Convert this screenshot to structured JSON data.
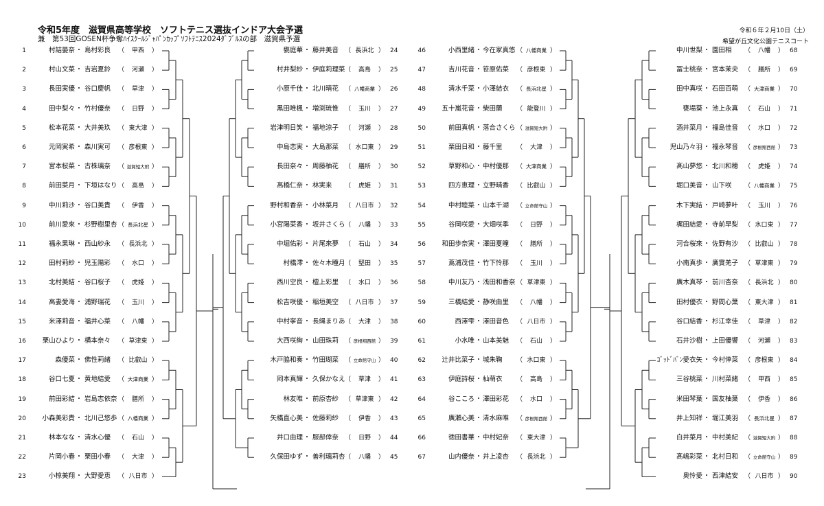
{
  "header": {
    "title": "令和5年度　滋賀県高等学校　ソフトテニス選抜インドア大会予選",
    "subtitle": "兼　第53回GOSEN杯争奪ﾊｲｽｸｰﾙｼﾞｬﾊﾟﾝｶｯﾌﾟｿﾌﾄﾃﾆｽ2024ﾀﾞﾌﾞﾙｽの部　滋賀県予選",
    "date": "令和６年２月10日（土）",
    "venue": "希望が丘文化公園テニスコート"
  },
  "separator": "・",
  "teams": [
    {
      "no": "1",
      "p1": "村詰晏奈",
      "p2": "島村彩良",
      "school": "甲西"
    },
    {
      "no": "2",
      "p1": "村山文菜",
      "p2": "吉岩夏鈴",
      "school": "河瀬"
    },
    {
      "no": "3",
      "p1": "長田実優",
      "p2": "谷口慶帆",
      "school": "草津"
    },
    {
      "no": "4",
      "p1": "田中梨々",
      "p2": "竹村優奈",
      "school": "日野"
    },
    {
      "no": "5",
      "p1": "松本花菜",
      "p2": "大井美玖",
      "school": "東大津"
    },
    {
      "no": "6",
      "p1": "元岡実希",
      "p2": "森川実可",
      "school": "彦根東"
    },
    {
      "no": "7",
      "p1": "宮本桜菜",
      "p2": "古株璃奈",
      "school": "滋賀短大附"
    },
    {
      "no": "8",
      "p1": "前田菜月",
      "p2": "下垣はなり",
      "school": "高島"
    },
    {
      "no": "9",
      "p1": "中川莉沙",
      "p2": "谷口美貴",
      "school": "伊香"
    },
    {
      "no": "10",
      "p1": "前川愛來",
      "p2": "杉野樹里杏",
      "school": "長浜北星"
    },
    {
      "no": "11",
      "p1": "福永果琳",
      "p2": "西山紗永",
      "school": "長浜北"
    },
    {
      "no": "12",
      "p1": "田村莉紗",
      "p2": "児玉陽彩",
      "school": "水口"
    },
    {
      "no": "13",
      "p1": "北村美結",
      "p2": "谷口桜子",
      "school": "虎姫"
    },
    {
      "no": "14",
      "p1": "高妻愛海",
      "p2": "浦野瑞花",
      "school": "玉川"
    },
    {
      "no": "15",
      "p1": "米澤莉音",
      "p2": "福井心菜",
      "school": "八幡"
    },
    {
      "no": "16",
      "p1": "栗山ひより",
      "p2": "横本奈々",
      "school": "草津東"
    },
    {
      "no": "17",
      "p1": "森優菜",
      "p2": "佛性莉緒",
      "school": "比叡山"
    },
    {
      "no": "18",
      "p1": "谷口七夏",
      "p2": "黄地結愛",
      "school": "大津商業"
    },
    {
      "no": "19",
      "p1": "前田彩結",
      "p2": "岩島志依奈",
      "school": "膳所"
    },
    {
      "no": "20",
      "p1": "小森美彩貴",
      "p2": "北川己悠歩",
      "school": "八幡商業"
    },
    {
      "no": "21",
      "p1": "林本なな",
      "p2": "清水心優",
      "school": "石山"
    },
    {
      "no": "22",
      "p1": "片岡小春",
      "p2": "栗田小春",
      "school": "大津"
    },
    {
      "no": "23",
      "p1": "小椋美翔",
      "p2": "大野愛恵",
      "school": "八日市"
    },
    {
      "no": "24",
      "p1": "甕庭華",
      "p2": "藤井美音",
      "school": "長浜北"
    },
    {
      "no": "25",
      "p1": "村井梨紗",
      "p2": "伊庭莉理菜",
      "school": "高島"
    },
    {
      "no": "26",
      "p1": "小原千佳",
      "p2": "北川晴花",
      "school": "八幡商業"
    },
    {
      "no": "27",
      "p1": "黒田唯楓",
      "p2": "増渕琉惟",
      "school": "玉川"
    },
    {
      "no": "28",
      "p1": "岩津明日笑",
      "p2": "福地涼子",
      "school": "河瀬"
    },
    {
      "no": "29",
      "p1": "中島恋実",
      "p2": "大島那菜",
      "school": "水口東"
    },
    {
      "no": "30",
      "p1": "長田奈々",
      "p2": "周藤柚花",
      "school": "膳所"
    },
    {
      "no": "31",
      "p1": "髙橋仁奈",
      "p2": "林実来",
      "school": "虎姫"
    },
    {
      "no": "32",
      "p1": "野村和香奈",
      "p2": "小林菜月",
      "school": "八日市"
    },
    {
      "no": "33",
      "p1": "小宮陽菜香",
      "p2": "坂井さくら",
      "school": "八幡"
    },
    {
      "no": "34",
      "p1": "中堀佑彩",
      "p2": "片尾來夢",
      "school": "石山"
    },
    {
      "no": "35",
      "p1": "村橋澪",
      "p2": "佐々木瞳月",
      "school": "堅田"
    },
    {
      "no": "36",
      "p1": "西川空良",
      "p2": "檀上彩里",
      "school": "水口"
    },
    {
      "no": "37",
      "p1": "松吉咲優",
      "p2": "稲垣美空",
      "school": "八日市"
    },
    {
      "no": "38",
      "p1": "中村寧音",
      "p2": "長縄まりあ",
      "school": "大津"
    },
    {
      "no": "39",
      "p1": "大西咲絢",
      "p2": "山田珠莉",
      "school": "彦根翔西館"
    },
    {
      "no": "40",
      "p1": "木戸脇和奏",
      "p2": "竹田瑚菜",
      "school": "立命館守山"
    },
    {
      "no": "41",
      "p1": "岡本真輝",
      "p2": "久保かなえ",
      "school": "草津"
    },
    {
      "no": "42",
      "p1": "林友唯",
      "p2": "前原杏紗",
      "school": "草津東"
    },
    {
      "no": "43",
      "p1": "矢橋直心美",
      "p2": "佐藤莉紗",
      "school": "伊香"
    },
    {
      "no": "44",
      "p1": "井口由理",
      "p2": "服部倖奈",
      "school": "日野"
    },
    {
      "no": "45",
      "p1": "久保田ゆず",
      "p2": "善利璃莉杏",
      "school": "八幡"
    },
    {
      "no": "46",
      "p1": "小西里緒",
      "p2": "今在家真悠",
      "school": "八幡商業"
    },
    {
      "no": "47",
      "p1": "吉川花音",
      "p2": "笹原佑菜",
      "school": "彦根東"
    },
    {
      "no": "48",
      "p1": "清水千菜",
      "p2": "小澤結衣",
      "school": "長浜北星"
    },
    {
      "no": "49",
      "p1": "五十嵐花音",
      "p2": "柴田蘭",
      "school": "能登川"
    },
    {
      "no": "50",
      "p1": "前田真帆",
      "p2": "落合さくら",
      "school": "滋賀短大附"
    },
    {
      "no": "51",
      "p1": "栗田日和",
      "p2": "藤千里",
      "school": "大津"
    },
    {
      "no": "52",
      "p1": "草野和心",
      "p2": "中村優那",
      "school": "大津商業"
    },
    {
      "no": "53",
      "p1": "四方恵理",
      "p2": "立野晴香",
      "school": "比叡山"
    },
    {
      "no": "54",
      "p1": "中村睦菜",
      "p2": "山本千湖",
      "school": "立命館守山"
    },
    {
      "no": "55",
      "p1": "谷岡咲愛",
      "p2": "大畑咲季",
      "school": "日野"
    },
    {
      "no": "56",
      "p1": "和田歩奈実",
      "p2": "澤田夏瞳",
      "school": "膳所"
    },
    {
      "no": "57",
      "p1": "蔦浦茂佳",
      "p2": "竹下怜那",
      "school": "玉川"
    },
    {
      "no": "58",
      "p1": "中川友乃",
      "p2": "浅田和香奈",
      "school": "草津東"
    },
    {
      "no": "59",
      "p1": "三橋結愛",
      "p2": "静咲由里",
      "school": "八幡"
    },
    {
      "no": "60",
      "p1": "西澤雫",
      "p2": "澤田音色",
      "school": "八日市"
    },
    {
      "no": "61",
      "p1": "小水唯",
      "p2": "山本美魅",
      "school": "石山"
    },
    {
      "no": "62",
      "p1": "辻井比菜子",
      "p2": "城朱鞠",
      "school": "水口東"
    },
    {
      "no": "63",
      "p1": "伊庭詩桜",
      "p2": "杣萌衣",
      "school": "高島"
    },
    {
      "no": "64",
      "p1": "谷こころ",
      "p2": "澤田彩花",
      "school": "水口"
    },
    {
      "no": "65",
      "p1": "廣瀬心美",
      "p2": "清水麻唯",
      "school": "彦根翔西館"
    },
    {
      "no": "66",
      "p1": "徳田書華",
      "p2": "中村妃奈",
      "school": "東大津"
    },
    {
      "no": "67",
      "p1": "山内優奈",
      "p2": "井上凌杏",
      "school": "長浜北"
    },
    {
      "no": "68",
      "p1": "中川世梨",
      "p2": "園田相",
      "school": "八幡"
    },
    {
      "no": "69",
      "p1": "冨士桃奈",
      "p2": "宮本茉央",
      "school": "膳所"
    },
    {
      "no": "70",
      "p1": "田中真咲",
      "p2": "石田百萌",
      "school": "大津商業"
    },
    {
      "no": "71",
      "p1": "甕場葵",
      "p2": "池上永真",
      "school": "石山"
    },
    {
      "no": "72",
      "p1": "酒井菜月",
      "p2": "福島佳音",
      "school": "水口"
    },
    {
      "no": "73",
      "p1": "児山乃々羽",
      "p2": "福永琴音",
      "school": "彦根翔西館"
    },
    {
      "no": "74",
      "p1": "髙山夢悠",
      "p2": "北川和穂",
      "school": "虎姫"
    },
    {
      "no": "75",
      "p1": "堀口美音",
      "p2": "山下咲",
      "school": "八幡商業"
    },
    {
      "no": "76",
      "p1": "木下実結",
      "p2": "戸崎夢叶",
      "school": "玉川"
    },
    {
      "no": "77",
      "p1": "梶田結愛",
      "p2": "寺前早梨",
      "school": "水口東"
    },
    {
      "no": "78",
      "p1": "河合桜來",
      "p2": "佐野有沙",
      "school": "比叡山"
    },
    {
      "no": "79",
      "p1": "小南真歩",
      "p2": "廣實羌子",
      "school": "草津東"
    },
    {
      "no": "80",
      "p1": "廣木真琴",
      "p2": "前川杏奈",
      "school": "長浜北"
    },
    {
      "no": "81",
      "p1": "田村優衣",
      "p2": "野間心葉",
      "school": "東大津"
    },
    {
      "no": "82",
      "p1": "谷口結香",
      "p2": "杉江幸佳",
      "school": "草津"
    },
    {
      "no": "83",
      "p1": "石井沙樹",
      "p2": "上田優響",
      "school": "河瀬"
    },
    {
      "no": "84",
      "p1": "ｺﾞｯﾄﾞﾊﾞﾝ愛衣矢",
      "p2": "今村倖菜",
      "school": "彦根東"
    },
    {
      "no": "85",
      "p1": "三谷桃菜",
      "p2": "川村菜緒",
      "school": "甲西"
    },
    {
      "no": "86",
      "p1": "米田琴葉",
      "p2": "国友柚葉",
      "school": "伊香"
    },
    {
      "no": "87",
      "p1": "井上知祥",
      "p2": "堀江美羽",
      "school": "長浜北星"
    },
    {
      "no": "88",
      "p1": "白井菜月",
      "p2": "中村美紀",
      "school": "滋賀短大附"
    },
    {
      "no": "89",
      "p1": "髙嶋彩菜",
      "p2": "北村日和",
      "school": "立命館守山"
    },
    {
      "no": "90",
      "p1": "奥怜愛",
      "p2": "西津結安",
      "school": "八日市"
    }
  ]
}
